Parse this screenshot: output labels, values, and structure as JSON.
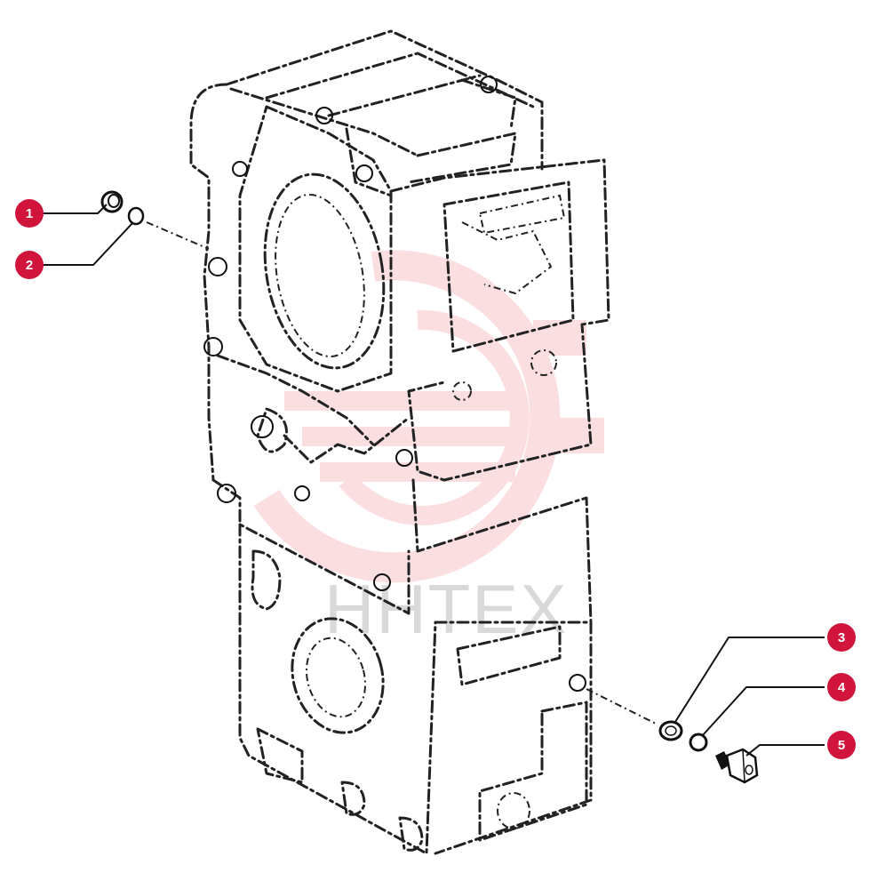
{
  "diagram": {
    "watermark": "HHTEX",
    "accent_color": "#d0143c",
    "callouts": [
      {
        "id": "1",
        "label": "1"
      },
      {
        "id": "2",
        "label": "2"
      },
      {
        "id": "3",
        "label": "3"
      },
      {
        "id": "4",
        "label": "4"
      },
      {
        "id": "5",
        "label": "5"
      }
    ]
  }
}
